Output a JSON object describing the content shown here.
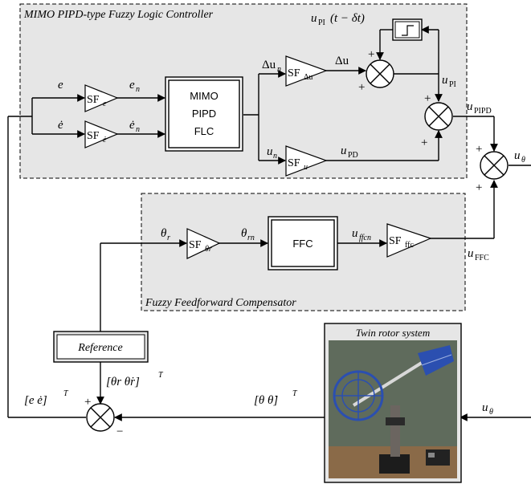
{
  "blocks": {
    "mimo_title": "MIMO PIPD-type Fuzzy Logic Controller",
    "ff_title": "Fuzzy Feedforward Compensator",
    "flc_line1": "MIMO",
    "flc_line2": "PIPD",
    "flc_line3": "FLC",
    "ffc": "FFC",
    "reference": "Reference",
    "twin_rotor": "Twin rotor system"
  },
  "gains": {
    "sf_main": "SF",
    "sf_e_sub": "e",
    "sf_edot_sub": "ė",
    "sf_du_sub": "Δu",
    "sf_u_sub": "u",
    "sf_theta_sub": "θr",
    "sf_ffc_sub": "ffc"
  },
  "signals": {
    "e": "e",
    "edot": "ė",
    "en": "e",
    "en_sub": "n",
    "edotn": "ė",
    "edotn_sub": "n",
    "du_n": "Δu",
    "du_n_sub": "n",
    "u_n": "u",
    "u_n_sub": "n",
    "du": "Δu",
    "upi_delay": "u",
    "upi_delay_sub": "PI",
    "upi_delay_arg": "(t − δt)",
    "upi": "u",
    "upi_sub": "PI",
    "upd": "u",
    "upd_sub": "PD",
    "upipd": "u",
    "upipd_sub": "PIPD",
    "utheta": "u",
    "utheta_sub": "θ",
    "uffc": "u",
    "uffc_sub": "FFC",
    "theta_r": "θ",
    "theta_r_sub": "r",
    "theta_rn": "θ",
    "theta_rn_sub": "rn",
    "u_ffcn": "u",
    "u_ffcn_sub": "ffcn",
    "ref_vec": "[θr   θ̇r]",
    "ref_vec_sup": "T",
    "err_vec": "[e   ė]",
    "err_vec_sup": "T",
    "state_vec": "[θ   θ̇]",
    "state_vec_sup": "T",
    "u_theta_in": "u",
    "u_theta_in_sub": "θ"
  },
  "signs": {
    "plus": "+",
    "minus": "−"
  },
  "colors": {
    "panel": "#e6e6e6",
    "line": "#000000",
    "photo_sky": "#5f6b5c",
    "photo_floor": "#8a6a48",
    "rotor_blue": "#2b4fb0"
  }
}
